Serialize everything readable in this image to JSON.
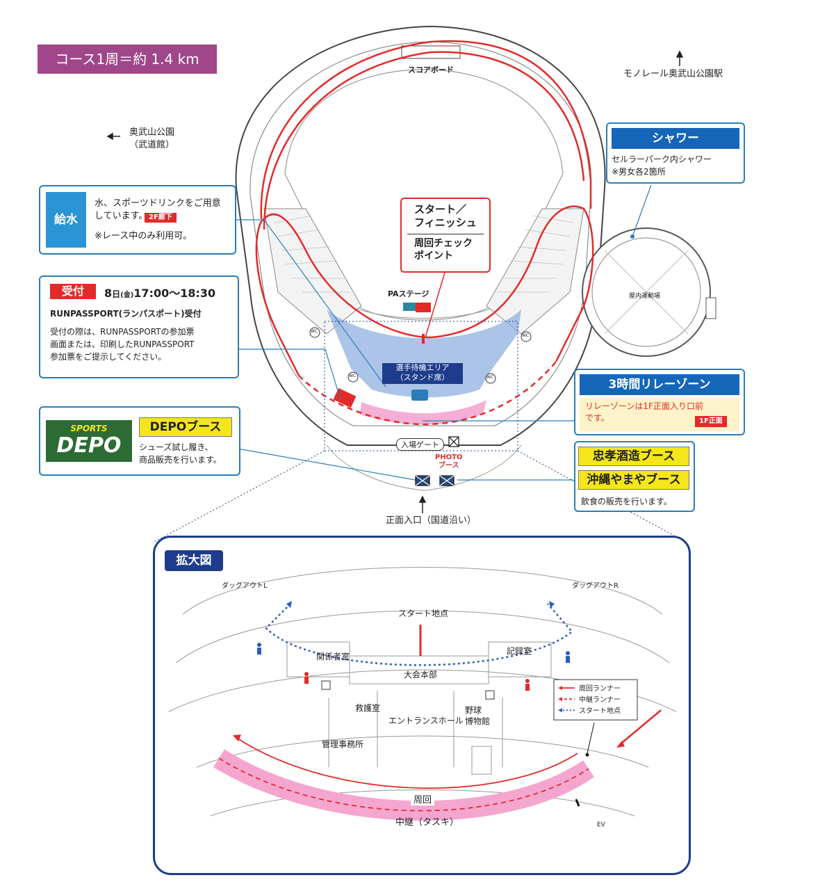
{
  "course_badge": "コース1周＝約 1.4 km",
  "directions": {
    "budokan": "奥武山公園\n（武道館）",
    "monorail": "モノレール奥武山公園駅",
    "front_entrance": "正面入口（国道沿い）"
  },
  "map_labels": {
    "scoreboard": "スコアボード",
    "pa_stage": "PAステージ",
    "indoor_gym": "屋内運動場",
    "waiting_area": "選手待機エリア\n（スタンド席）",
    "entry_gate": "入場ゲート",
    "photo_booth": "PHOTO\nブース",
    "wc": "WC"
  },
  "start_finish": {
    "title": "スタート／\nフィニッシュ",
    "sub": "周回チェック\nポイント"
  },
  "water": {
    "title": "給水",
    "text1": "水、スポーツドリンクをご用意\nしています。",
    "tag": "2F廊下",
    "text2": "※レース中のみ利用可。"
  },
  "reception": {
    "tag": "受付",
    "date_num": "8",
    "date_day": "日",
    "date_dow": "(金)",
    "time": "17:00〜18:30",
    "sub": "RUNPASSPORT(ランパスポート)受付",
    "text": "受付の際は、RUNPASSPORTの参加票\n画面または、印刷したRUNPASSPORT\n参加票をご提示してください。"
  },
  "shower": {
    "title": "シャワー",
    "text": "セルラーパーク内シャワー\n※男女各2箇所"
  },
  "relay_zone": {
    "title": "3時間リレーゾーン",
    "text": "リレーゾーンは1F正面入り口前\nです。",
    "tag": "1F正面"
  },
  "depo": {
    "logo_top": "SPORTS",
    "logo_main": "DEPO",
    "title": "DEPOブース",
    "text": "シューズ試し履き、\n商品販売を行います。"
  },
  "food": {
    "booth1": "忠孝酒造ブース",
    "booth2": "沖縄やまやブース",
    "text": "飲食の販売を行います。"
  },
  "zoom": {
    "title": "拡大図",
    "dugout_l": "ダッグアウトL",
    "dugout_r": "ダッグアウトR",
    "start_point": "スタート地点",
    "rooms": [
      "関係者室",
      "大会本部",
      "記録室",
      "救護室",
      "エントランスホール",
      "野球\n博物館",
      "管理事務所"
    ],
    "lap_label": "周回",
    "relay_label": "中継（タスキ）",
    "ev": "EV"
  },
  "legend": [
    {
      "label": "周回ランナー",
      "color": "#e32a2a",
      "style": "solid"
    },
    {
      "label": "中継ランナー",
      "color": "#e32a2a",
      "style": "dashed"
    },
    {
      "label": "スタート地点",
      "color": "#2a5db8",
      "style": "dotted"
    }
  ],
  "colors": {
    "course_red": "#e32a2a",
    "box_blue": "#2a7db8",
    "badge_purple": "#a0468a",
    "relay_pink": "#f5a6cf",
    "stand_blue": "#8fb0e0",
    "depo_green": "#2d6b34",
    "booth_yellow": "#f4e61a",
    "zoom_border": "#1d3c8c"
  }
}
